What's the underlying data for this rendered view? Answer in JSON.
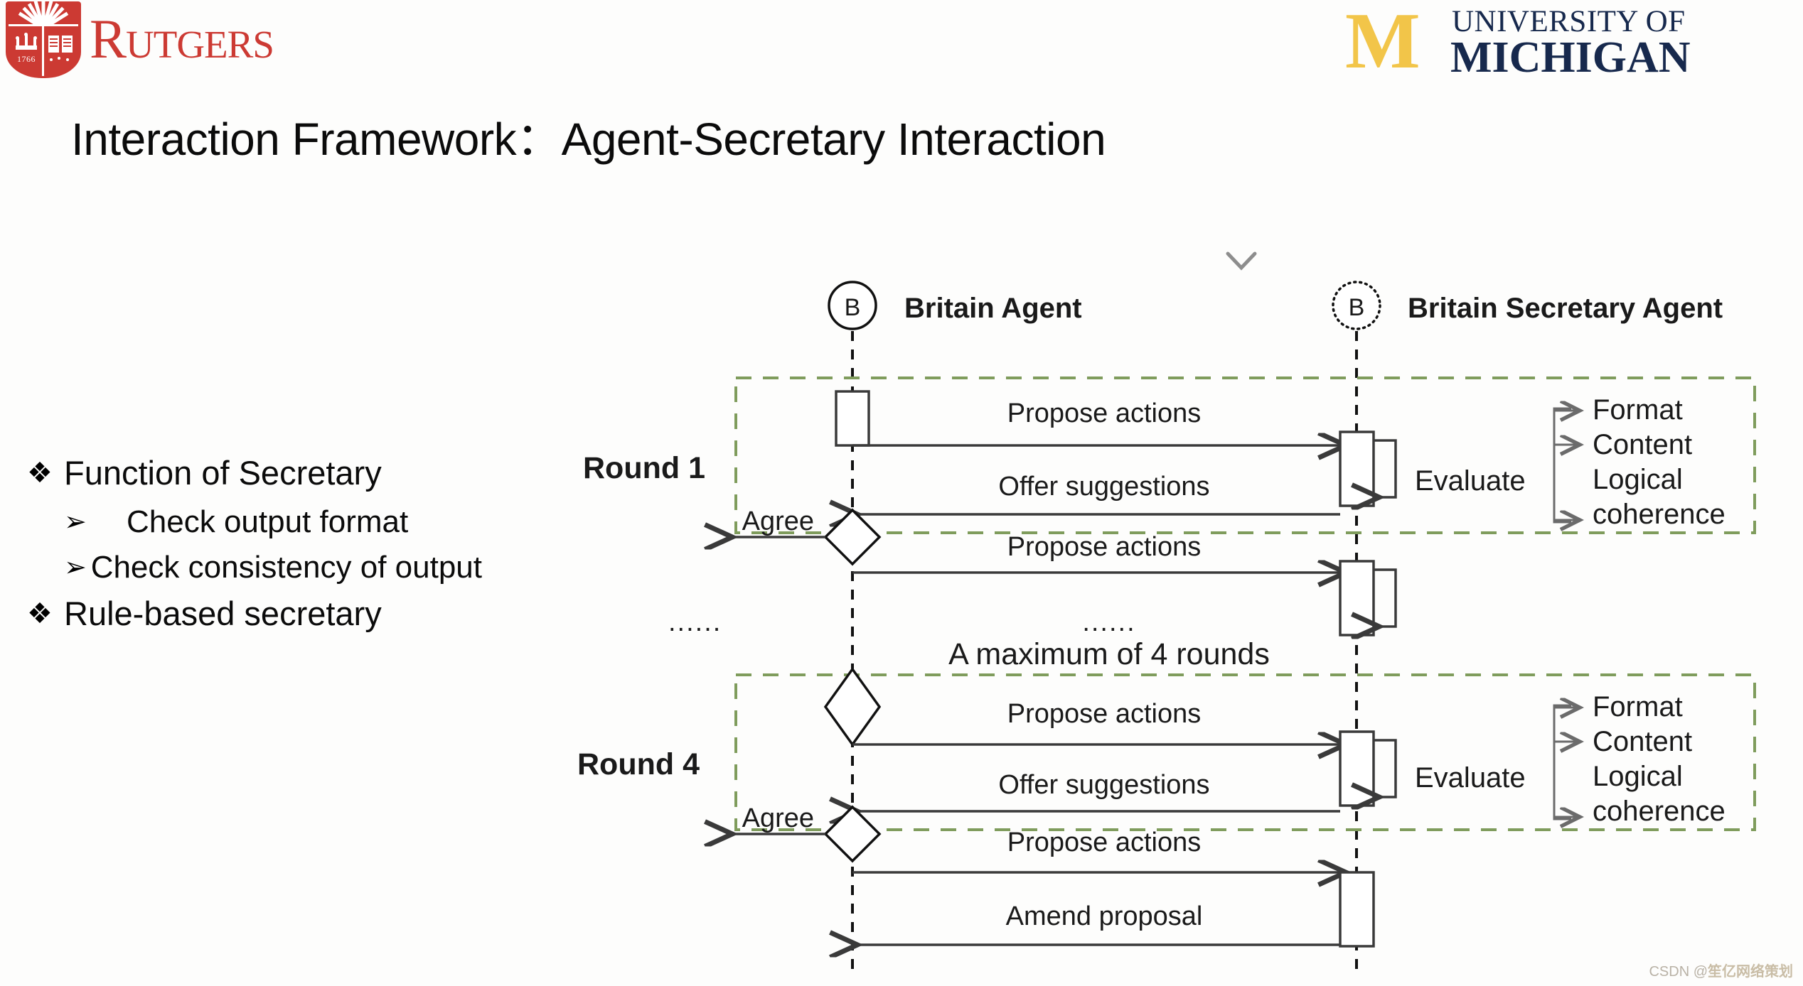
{
  "branding": {
    "rutgers": {
      "wordmark": "Rutgers",
      "shield_year": "1766",
      "name": "rutgers-logo"
    },
    "michigan": {
      "monogram": "M",
      "line1": "UNIVERSITY OF",
      "line2": "MICHIGAN",
      "gold": "#f2c549",
      "navy": "#17294d"
    }
  },
  "title": "Interaction Framework：Agent-Secretary Interaction",
  "bullets": [
    {
      "marker": "❖",
      "text": "Function of Secretary",
      "level": 1
    },
    {
      "marker": "➢",
      "text": "Check output format",
      "level": 2
    },
    {
      "marker": "➢",
      "text": "Check consistency of output",
      "level": 2
    },
    {
      "marker": "❖",
      "text": "Rule-based secretary",
      "level": 1
    }
  ],
  "diagram": {
    "type": "sequence-diagram",
    "accent_green": "#7f9c5c",
    "line_color": "#3a3a3a",
    "actors": [
      {
        "id": "agent",
        "badge": "B",
        "label": "Britain Agent",
        "circle": "solid"
      },
      {
        "id": "secretary",
        "badge": "B",
        "label": "Britain Secretary Agent",
        "circle": "dotted"
      }
    ],
    "chevron_icon": "chevron-down-icon",
    "round_labels": [
      "Round 1",
      "Round 4"
    ],
    "loop_note": "A maximum of 4 rounds",
    "ellipsis": "......",
    "messages": [
      {
        "text": "Propose actions",
        "dir": "right"
      },
      {
        "text": "Offer suggestions",
        "dir": "left"
      },
      {
        "text": "Agree",
        "dir": "left-exit"
      },
      {
        "text": "Propose actions",
        "dir": "right"
      },
      {
        "text": "Propose actions",
        "dir": "right"
      },
      {
        "text": "Offer suggestions",
        "dir": "left"
      },
      {
        "text": "Agree",
        "dir": "left-exit"
      },
      {
        "text": "Propose actions",
        "dir": "right"
      },
      {
        "text": "Amend proposal",
        "dir": "left"
      }
    ],
    "evaluate_label": "Evaluate",
    "criteria": [
      "Format",
      "Content",
      "Logical",
      "coherence"
    ],
    "criteria_groups": [
      {
        "label": "Evaluate",
        "items": [
          "Format",
          "Content",
          "Logical coherence"
        ]
      },
      {
        "label": "Evaluate",
        "items": [
          "Format",
          "Content",
          "Logical coherence"
        ]
      }
    ]
  },
  "watermark": {
    "prefix": "CSDN @",
    "handle": "笙亿网络策划"
  }
}
